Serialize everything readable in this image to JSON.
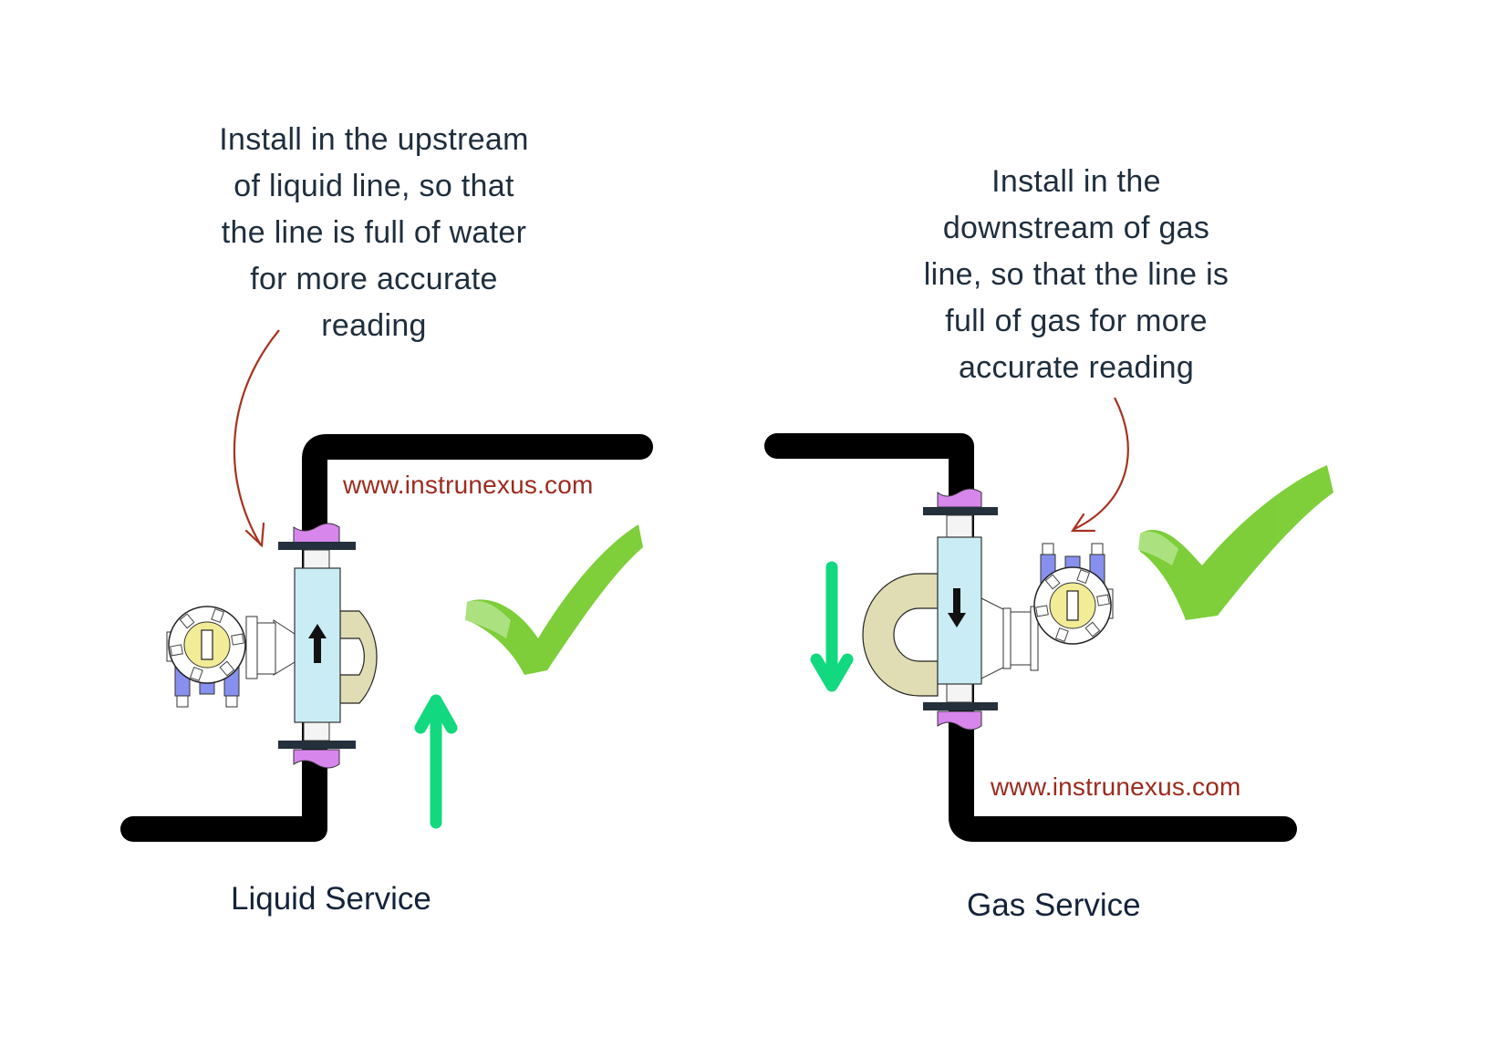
{
  "liquid": {
    "note_lines": [
      "Install in the upstream",
      "of liquid line, so that",
      "the line is full of water",
      "for more accurate",
      "reading"
    ],
    "watermark": "www.instrunexus.com",
    "caption": "Liquid Service",
    "flow_direction": "up",
    "status": "correct"
  },
  "gas": {
    "note_lines": [
      "Install in the",
      "downstream of gas",
      "line, so that the line is",
      "full of gas for more",
      "accurate reading"
    ],
    "watermark": "www.instrunexus.com",
    "caption": "Gas Service",
    "flow_direction": "down",
    "status": "correct"
  },
  "colors": {
    "text": "#1f2e3d",
    "watermark": "#9c2b1e",
    "annotation_arrow": "#a8321f",
    "pipe": "#000000",
    "flow_arrow": "#12d97f",
    "check": "#77cc2e",
    "meter_body": "#c9ecf5",
    "u_tube": "#e0dcb4",
    "flange": "#24303c",
    "coupling": "#d786ec",
    "transmitter_face": "#f2ec96",
    "transmitter_base": "#8790ee"
  }
}
